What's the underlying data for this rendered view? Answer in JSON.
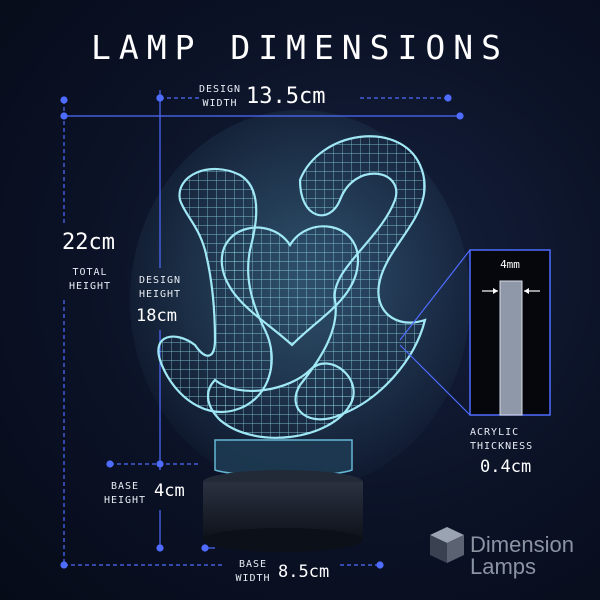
{
  "title": "LAMP DIMENSIONS",
  "design_width": {
    "label_line1": "DESIGN",
    "label_line2": "WIDTH",
    "value": "13.5cm"
  },
  "total_height": {
    "value": "22cm",
    "label_line1": "TOTAL",
    "label_line2": "HEIGHT"
  },
  "design_height": {
    "label_line1": "DESIGN",
    "label_line2": "HEIGHT",
    "value": "18cm"
  },
  "base_height": {
    "label_line1": "BASE",
    "label_line2": "HEIGHT",
    "value": "4cm"
  },
  "base_width": {
    "label_line1": "BASE",
    "label_line2": "WIDTH",
    "value": "8.5cm"
  },
  "acrylic": {
    "inset_value": "4mm",
    "label_line1": "ACRYLIC",
    "label_line2": "THICKNESS",
    "value": "0.4cm"
  },
  "brand": {
    "line1": "Dimension",
    "line2": "Lamps"
  },
  "colors": {
    "dimension_line": "#4f6cff",
    "glow": "#7fe6ff",
    "background": "#0b1226"
  }
}
